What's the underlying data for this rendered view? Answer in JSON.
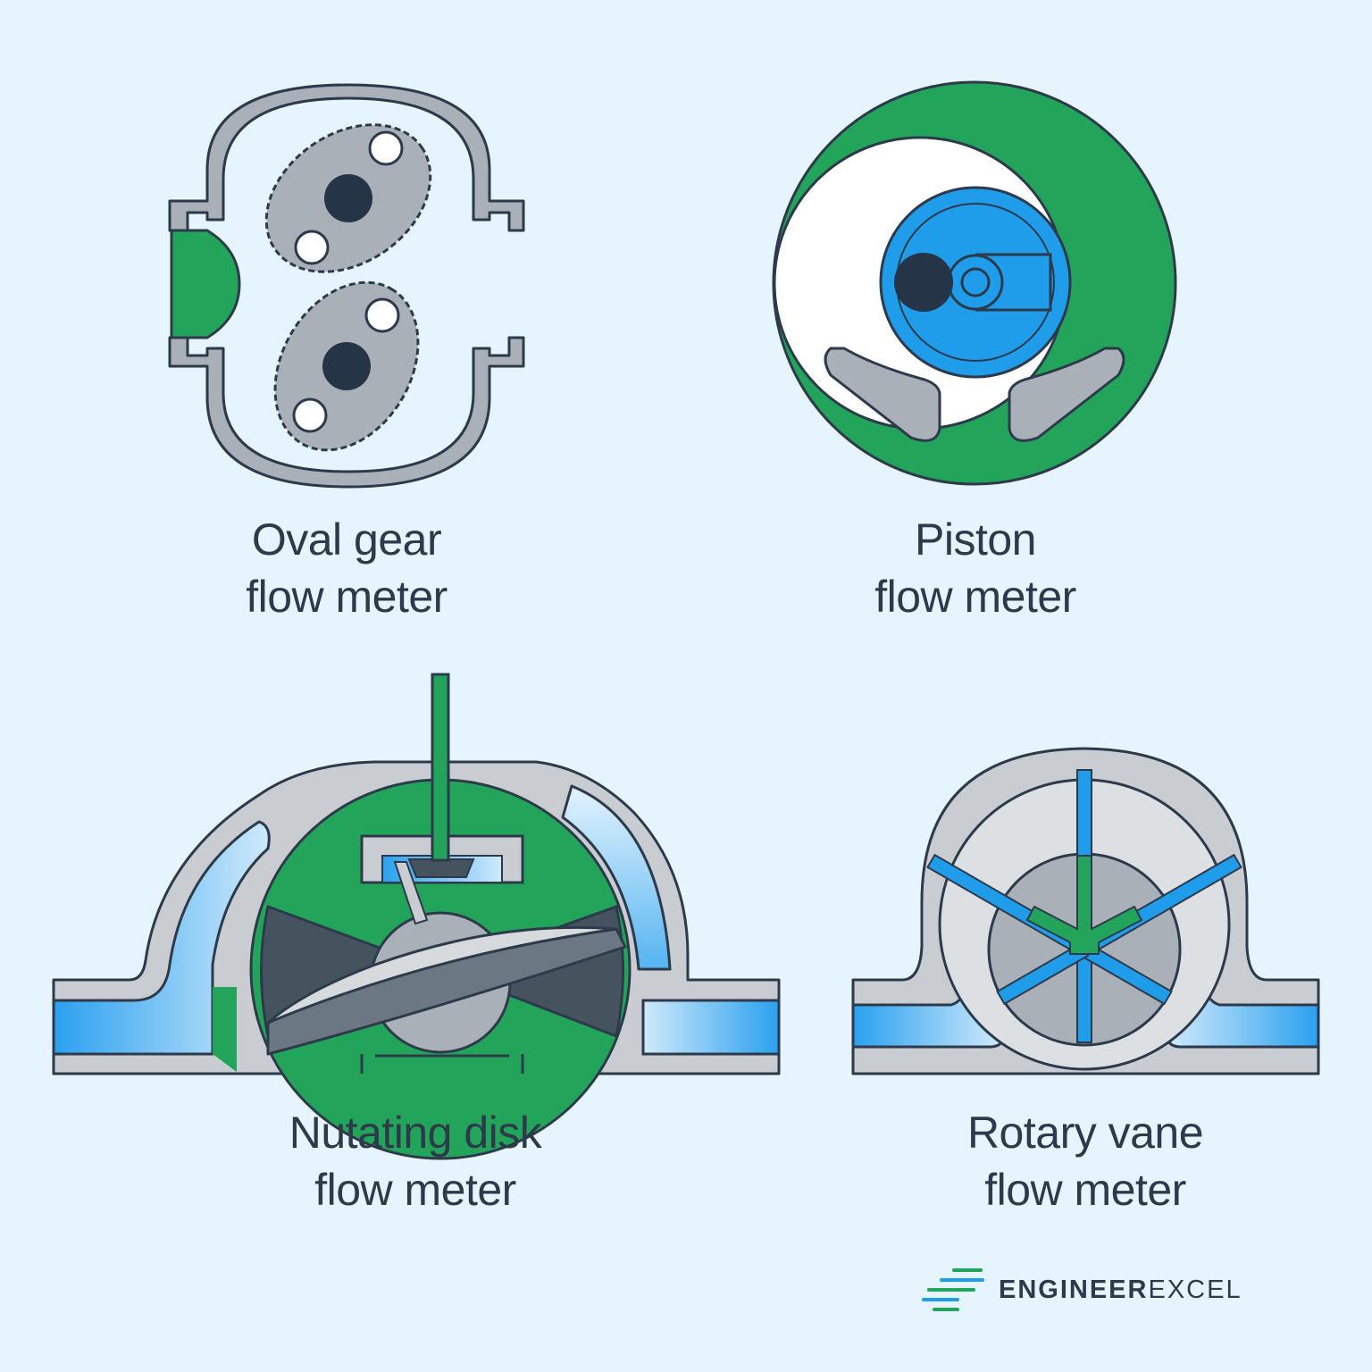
{
  "meters": [
    {
      "id": "oval-gear",
      "line1": "Oval gear",
      "line2": "flow meter"
    },
    {
      "id": "piston",
      "line1": "Piston",
      "line2": "flow meter"
    },
    {
      "id": "nutating-disk",
      "line1": "Nutating disk",
      "line2": "flow meter"
    },
    {
      "id": "rotary-vane",
      "line1": "Rotary vane",
      "line2": "flow meter"
    }
  ],
  "brand": {
    "part1": "ENGINEER",
    "part2": "EXCEL"
  },
  "colors": {
    "background": "#e6f4fd",
    "housing_grey": "#a9b0b8",
    "light_grey": "#c9cdd2",
    "dark_navy": "#253446",
    "green": "#22a55a",
    "blue": "#1f9cea",
    "outline": "#2d3a4b"
  }
}
